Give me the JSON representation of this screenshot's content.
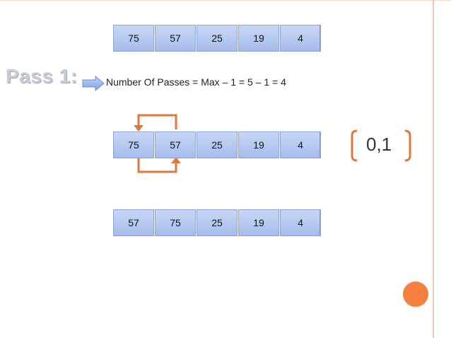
{
  "slide": {
    "pass_label": "Pass 1:",
    "formula": "Number Of Passes = Max – 1 = 5 – 1 = 4",
    "comparison": "0,1",
    "colors": {
      "arrow": "#e0793a",
      "cell_fill": "#b8caf2",
      "circle": "#f6803f",
      "pass_arrow": "#8fb0e6"
    }
  },
  "rows": {
    "initial": [
      "75",
      "57",
      "25",
      "19",
      "4"
    ],
    "comparing": [
      "75",
      "57",
      "25",
      "19",
      "4"
    ],
    "after_swap": [
      "57",
      "75",
      "25",
      "19",
      "4"
    ]
  }
}
